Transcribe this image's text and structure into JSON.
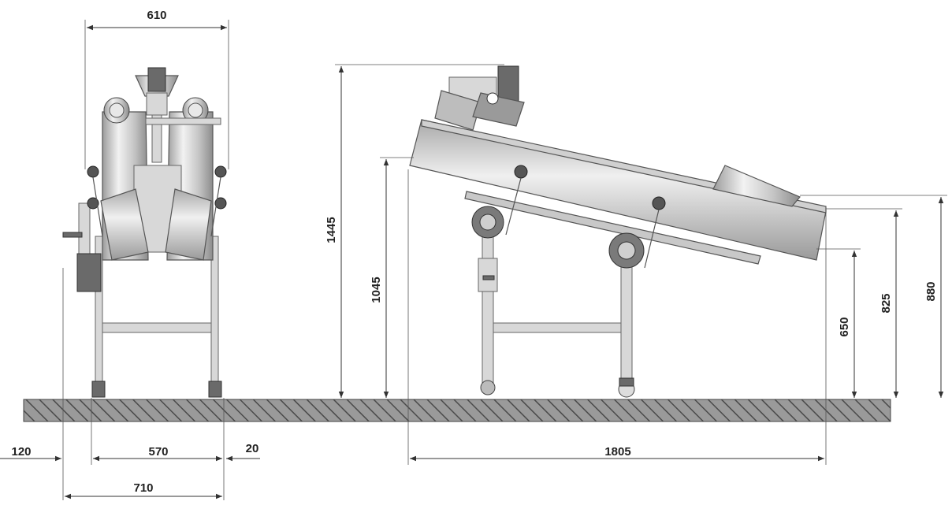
{
  "dimensions": {
    "front_width_top": "610",
    "front_offset_left": "120",
    "front_base_width": "570",
    "front_offset_right": "20",
    "front_total_width": "710",
    "side_total_height": "1445",
    "side_lower_height": "1045",
    "side_length": "1805",
    "side_outlet_height_650": "650",
    "side_outlet_height_825": "825",
    "side_outlet_height_880": "880"
  },
  "colors": {
    "metal_light": "#e4e4e4",
    "metal_mid": "#bdbdbd",
    "metal_dark": "#8a8a8a",
    "floor_hatch": "#7a7a7a"
  }
}
